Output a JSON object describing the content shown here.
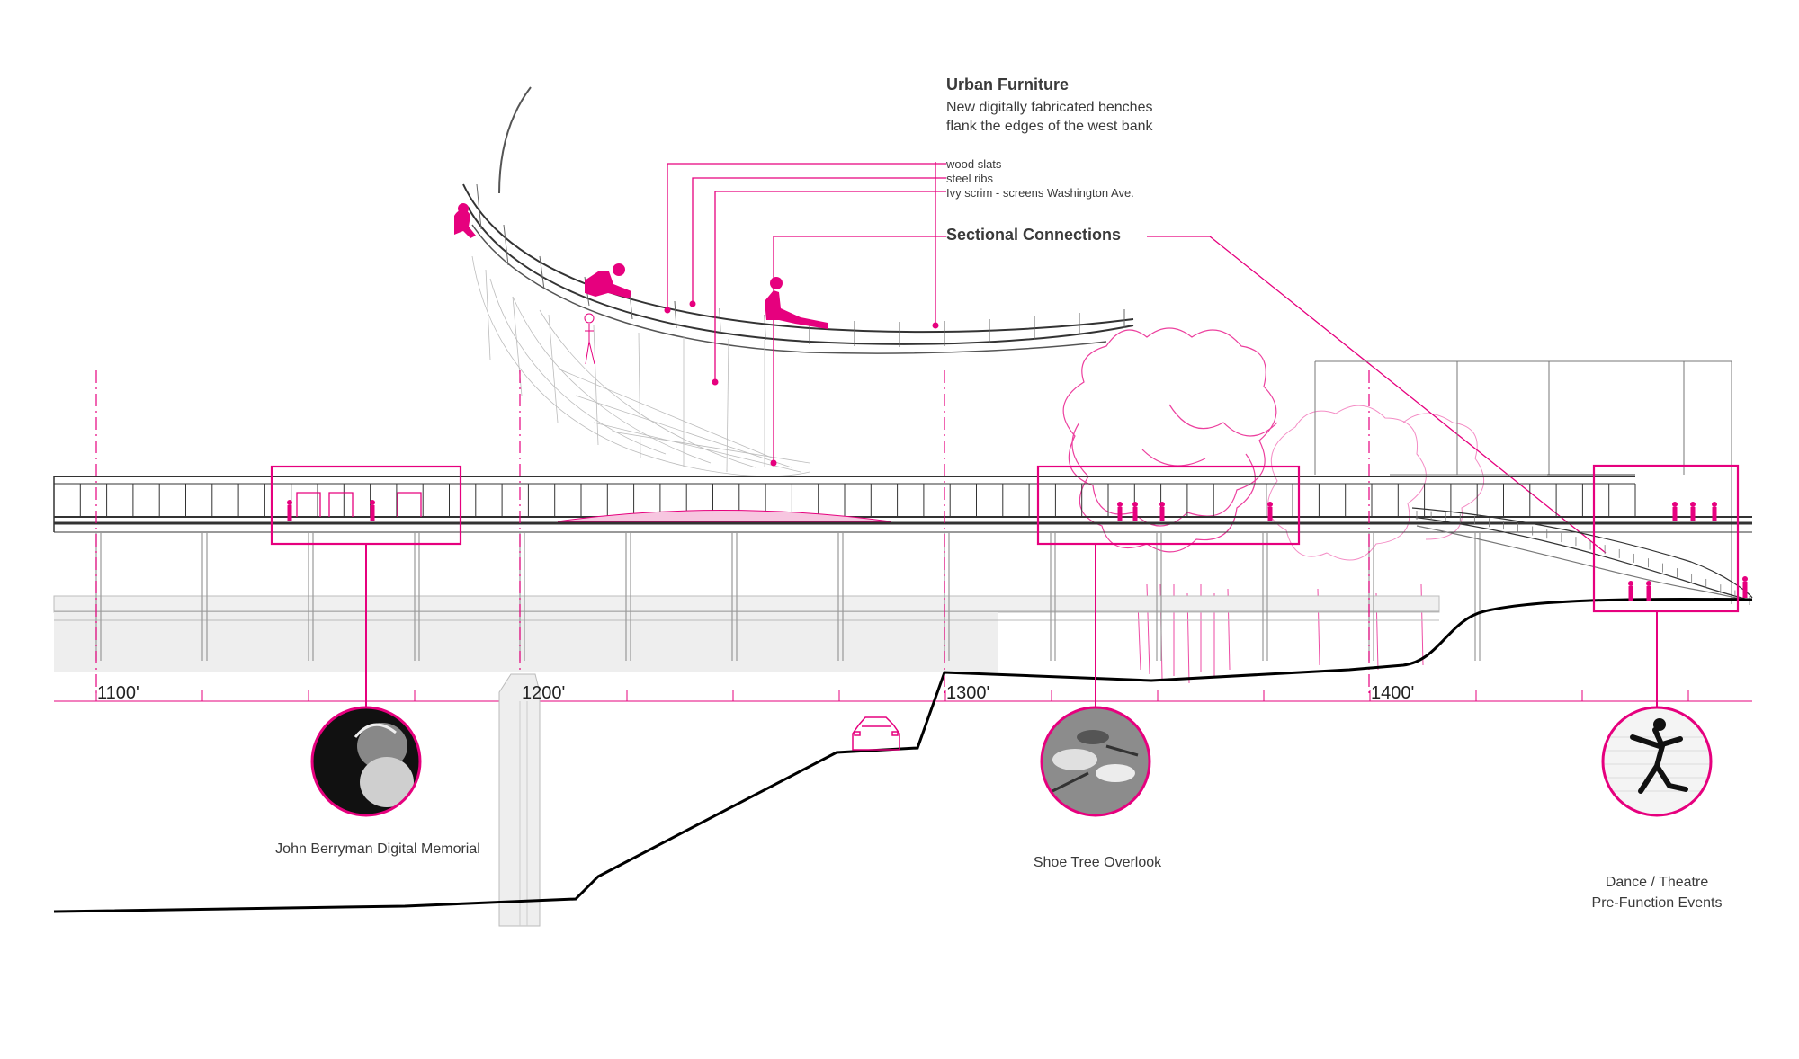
{
  "colors": {
    "accent": "#e6007e",
    "line": "#333333",
    "light": "#bdbdbd",
    "ground": "#000000"
  },
  "callouts": {
    "urban_furniture": {
      "title": "Urban Furniture",
      "line1": "New digitally fabricated benches",
      "line2": "flank the edges of the west bank"
    },
    "materials": [
      "wood slats",
      "steel ribs",
      "Ivy scrim - screens Washington Ave."
    ],
    "sectional": "Sectional Connections"
  },
  "stations": [
    "1100'",
    "1200'",
    "1300'",
    "1400'"
  ],
  "features": [
    {
      "label": "John Berryman Digital Memorial",
      "icon": "portrait-photo"
    },
    {
      "label": "Shoe Tree Overlook",
      "icon": "shoes-photo"
    },
    {
      "label_line1": "Dance / Theatre",
      "label_line2": "Pre-Function Events",
      "icon": "dancer-photo"
    }
  ]
}
